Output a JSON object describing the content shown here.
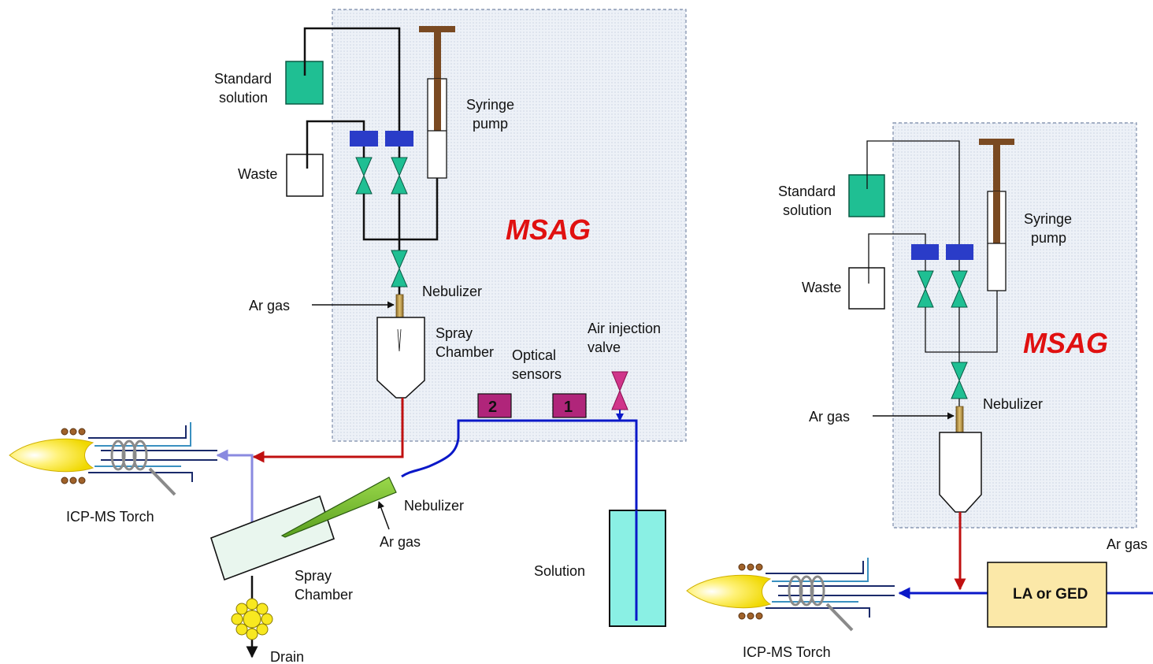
{
  "left_system": {
    "title": "MSAG",
    "standard_solution": [
      "Standard",
      "solution"
    ],
    "syringe_pump": [
      "Syringe",
      "pump"
    ],
    "waste": "Waste",
    "nebulizer": "Nebulizer",
    "ar_gas": "Ar gas",
    "spray_chamber": [
      "Spray",
      "Chamber"
    ],
    "optical_sensors": [
      "Optical",
      "sensors"
    ],
    "air_injection_valve": [
      "Air injection",
      "valve"
    ],
    "sensor_1": "1",
    "sensor_2": "2"
  },
  "left_sample_intro": {
    "torch": "ICP-MS Torch",
    "nebulizer": "Nebulizer",
    "ar_gas": "Ar gas",
    "spray_chamber": [
      "Spray",
      "Chamber"
    ],
    "drain": "Drain",
    "solution": "Solution"
  },
  "right_system": {
    "title": "MSAG",
    "standard_solution": [
      "Standard",
      "solution"
    ],
    "syringe_pump": [
      "Syringe",
      "pump"
    ],
    "waste": "Waste",
    "nebulizer": "Nebulizer",
    "ar_gas_left": "Ar gas",
    "ar_gas_right": "Ar gas",
    "la_ged": "LA or GED",
    "torch": "ICP-MS Torch"
  },
  "colors": {
    "msag_title": "#e01010",
    "msag_box_fill": "#e9eef5",
    "standard_solution": "#1fbf93",
    "solution_tank": "#8af0e4",
    "valve": "#1fbf93",
    "valve_actuator": "#2a3cc8",
    "syringe_plunger": "#7a4a22",
    "sensor_box": "#b0257a",
    "air_valve": "#d0358a",
    "red_line": "#c01010",
    "blue_line": "#0a18c8",
    "lavender_line": "#8a8ae0",
    "flame": "#f8e820",
    "drain_ball": "#f8e820",
    "la_box": "#fbe8a8"
  }
}
